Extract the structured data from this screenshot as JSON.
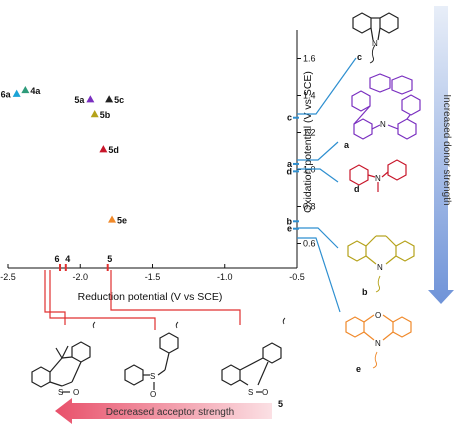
{
  "chart_data": {
    "type": "scatter",
    "xlabel": "Reduction potential (V vs SCE)",
    "ylabel": "Oxidation potential (V vs SCE)",
    "xlim": [
      -2.5,
      -0.5
    ],
    "ylim": [
      0.5,
      1.7
    ],
    "x_ticks": [
      "-2.5",
      "-2.0",
      "-1.5",
      "-1.0",
      "-0.5"
    ],
    "x_tick_values": [
      -2.5,
      -2.0,
      -1.5,
      -1.0,
      -0.5
    ],
    "y_ticks": [
      "0.6",
      "0.8",
      "1.0",
      "1.2",
      "1.4",
      "1.6"
    ],
    "y_tick_values": [
      0.6,
      0.8,
      1.0,
      1.2,
      1.4,
      1.6
    ],
    "points": [
      {
        "label": "6a",
        "x": -2.44,
        "y": 1.41,
        "color": "#1aa3d6"
      },
      {
        "label": "4a",
        "x": -2.38,
        "y": 1.43,
        "color": "#2e9b7a"
      },
      {
        "label": "5a",
        "x": -1.93,
        "y": 1.38,
        "color": "#7a2fc0"
      },
      {
        "label": "5c",
        "x": -1.8,
        "y": 1.38,
        "color": "#222222"
      },
      {
        "label": "5b",
        "x": -1.9,
        "y": 1.3,
        "color": "#b5a21a"
      },
      {
        "label": "5d",
        "x": -1.84,
        "y": 1.11,
        "color": "#c8162a"
      },
      {
        "label": "5e",
        "x": -1.78,
        "y": 0.73,
        "color": "#f0892a"
      }
    ],
    "x_markers": [
      {
        "label": "6",
        "x": -2.14
      },
      {
        "label": "4",
        "x": -2.1
      },
      {
        "label": "5",
        "x": -1.81
      }
    ],
    "y_markers": [
      {
        "label": "c",
        "y": 1.28
      },
      {
        "label": "a",
        "y": 1.03
      },
      {
        "label": "d",
        "y": 0.99
      },
      {
        "label": "b",
        "y": 0.72
      },
      {
        "label": "e",
        "y": 0.68
      }
    ]
  },
  "donors": [
    {
      "label": "c",
      "atom": "N",
      "color": "#222222"
    },
    {
      "label": "a",
      "atom": "N",
      "color": "#7a2fc0"
    },
    {
      "label": "d",
      "atom": "N",
      "color": "#c8162a"
    },
    {
      "label": "b",
      "atom": "N",
      "color": "#b5a21a"
    },
    {
      "label": "e",
      "atom_n": "N",
      "atom_o": "O",
      "color": "#f0892a"
    }
  ],
  "acceptors": [
    {
      "label": "6",
      "atom_s": "S",
      "atom_o": "O"
    },
    {
      "label": "4",
      "atom_s": "S",
      "atom_o": "O"
    },
    {
      "label": "5",
      "atom_s": "S",
      "atom_o": "O"
    }
  ],
  "donor_arrow_text": "Increased donor strength",
  "acceptor_arrow_text": "Decreased acceptor strength",
  "colors": {
    "connector_red": "#e03030",
    "connector_blue": "#2e8fd0",
    "donor_arrow_top": "#e8eef8",
    "donor_arrow_bottom": "#6f93d8",
    "acceptor_arrow_left": "#e8506a",
    "acceptor_arrow_right": "#fbe0e4"
  }
}
